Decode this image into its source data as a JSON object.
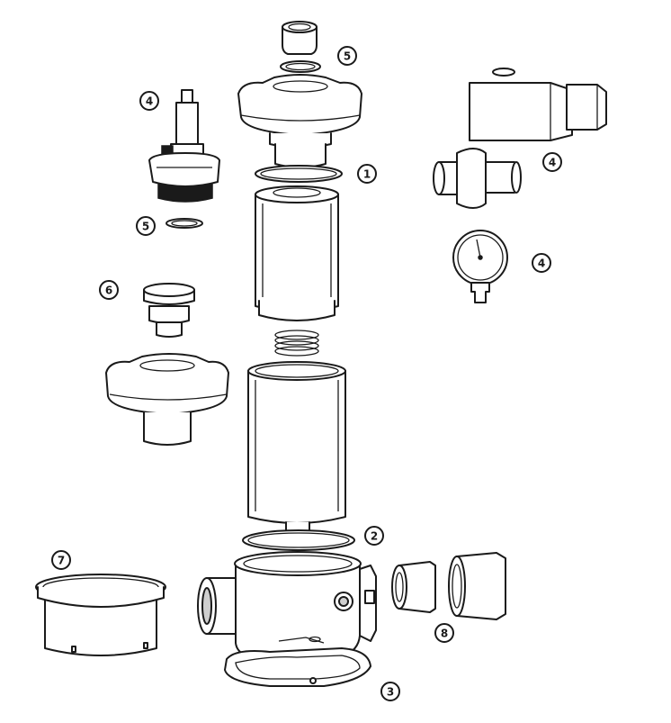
{
  "colors": {
    "line": "#1a1a1a",
    "fill": "#ffffff",
    "shade": "#cfcfcf"
  },
  "callouts": [
    {
      "label": "5",
      "name": "callout-5-top"
    },
    {
      "label": "4",
      "name": "callout-4-valve-stem"
    },
    {
      "label": "1",
      "name": "callout-1-oring"
    },
    {
      "label": "4",
      "name": "callout-4-solenoid"
    },
    {
      "label": "5",
      "name": "callout-5-small-oring"
    },
    {
      "label": "4",
      "name": "callout-4-gauge"
    },
    {
      "label": "6",
      "name": "callout-6-fitting"
    },
    {
      "label": "2",
      "name": "callout-2-oring"
    },
    {
      "label": "7",
      "name": "callout-7-basket"
    },
    {
      "label": "8",
      "name": "callout-8-unions"
    },
    {
      "label": "3",
      "name": "callout-3-gasket"
    }
  ]
}
